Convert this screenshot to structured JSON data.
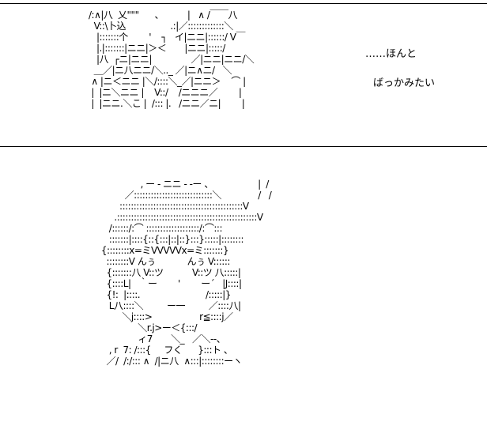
{
  "panel1": {
    "art": [
      "/:∧|八  乂\"\"\"      、         |   ∧ /￣￣八",
      "  V::\\卜込                 .:|／:::::::::::::＼",
      "   |:::::::个        '    ┐   イ|ニニ|::::::/ V￣",
      "   |.|:::::::|ニニ|＞＜       |ニニ|:::::/",
      "   |八  ┌ニ|ニニ|               ／|ニニ|ニニ/＼",
      "  ＿／|ニ八ニニ/＼.._ ／|ニ∧ニ/   ＼",
      " ∧ |ニ＜ニニ |＼/::::＼_／|ニニ＞    ⌒ |",
      " |  |ニ＼ニニ |    V::/    /ニニニ／        |",
      " |  |ニニ.＼こ |  /::: |.   /ニニ／ニ|        |"
    ],
    "dialogue": [
      "……ほんと",
      "ばっかみたい"
    ]
  },
  "panel2": {
    "art": [
      "                        ‚ ー ‐ ニニ ‐ ‐ー 、                 |  /",
      "                  ／::::::::::::::::::::::::::::＼              /   /",
      "                ::::::::::::::::::::::::::::::::::::::::::::V",
      "              .::::::::::::::::::::::::::::::::::::::::::::::::::V",
      "            /::::::/:⌒ :::::::::::::::::::/:⌒:::",
      "            :::::::|::::{::{:::|::|::}:::}:::::|::::::::",
      "         {::::::::x=ミVVVVVx=ミ:::::::}",
      "           ::::::::V んぅ            んぅ V::::::",
      "           {:::::::八 V::ツ           V::ツ 八:::::|",
      "           {::::L|   ｀ー        '        ー´   |J::::|",
      "           {!:  |::::.                         /:::::|}",
      "            L八::::＼         ー一         ／::::八|",
      "                 ＼j::::>                  r≦::::j／",
      "                       ＼r.j>ー＜{:::/",
      "                       ィ7       ＼_   ／＼‐-、",
      "            , r  7: /:::{     フく      }:::ト 、",
      "           ／/  /:/::: ∧  /|ニ八  ∧:::|::::::::ーヽ"
    ]
  }
}
